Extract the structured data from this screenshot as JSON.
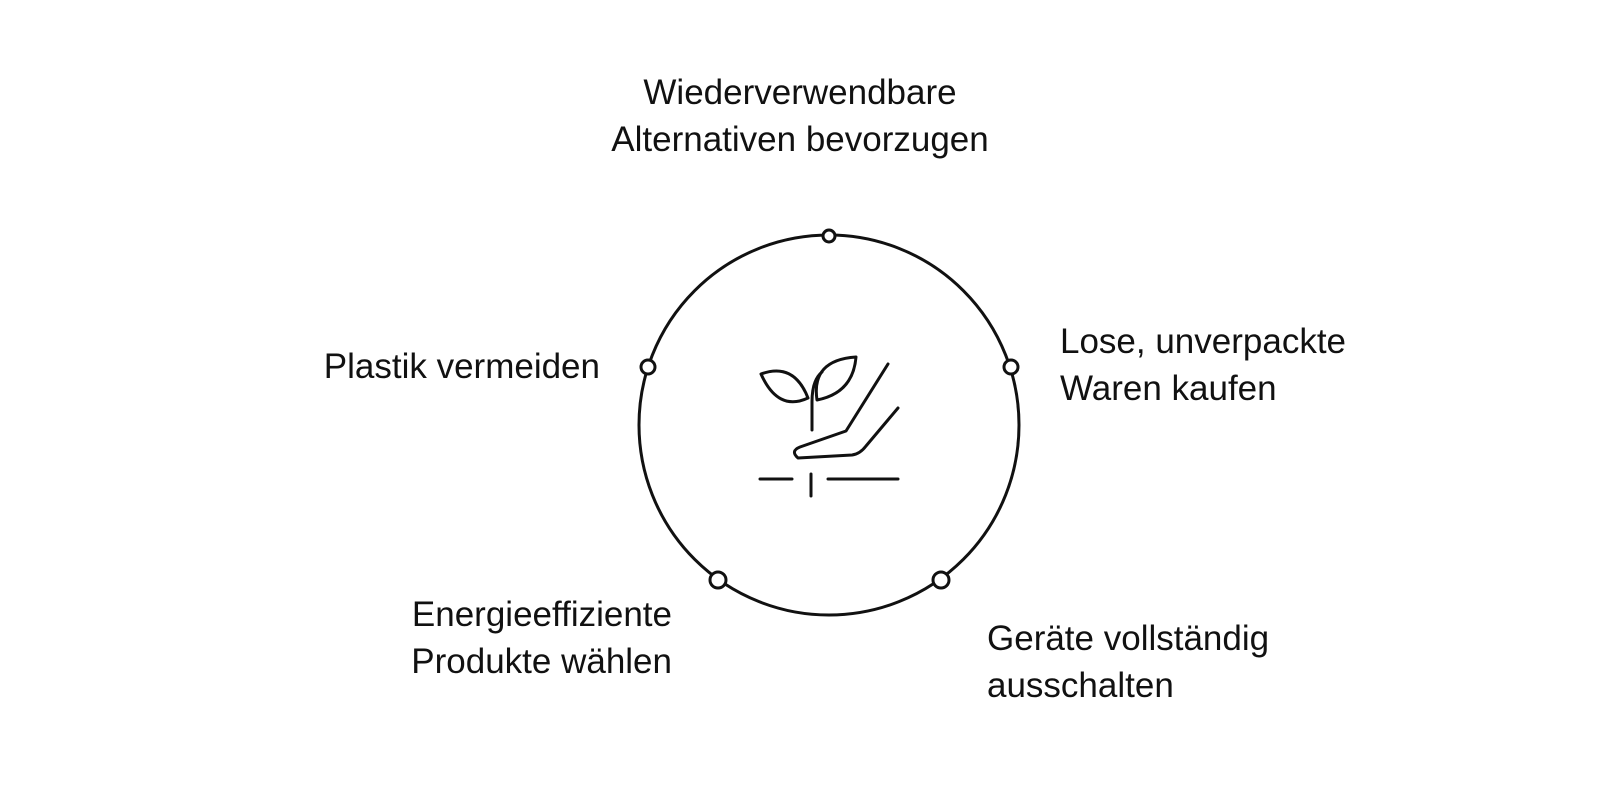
{
  "diagram": {
    "center_icon": "plant-sprout-in-hand-icon",
    "items": [
      {
        "id": "top",
        "lines": [
          "Wiederverwendbare",
          "Alternativen bevorzugen"
        ]
      },
      {
        "id": "right",
        "lines": [
          "Lose, unverpackte",
          "Waren kaufen"
        ]
      },
      {
        "id": "left",
        "lines": [
          "Plastik vermeiden"
        ]
      },
      {
        "id": "bottom_right",
        "lines": [
          "Geräte vollständig",
          "ausschalten"
        ]
      },
      {
        "id": "bottom_left",
        "lines": [
          "Energieeffiziente",
          "Produkte wählen"
        ]
      }
    ],
    "colors": {
      "stroke": "#111111",
      "background": "#ffffff",
      "text": "#111111"
    }
  }
}
